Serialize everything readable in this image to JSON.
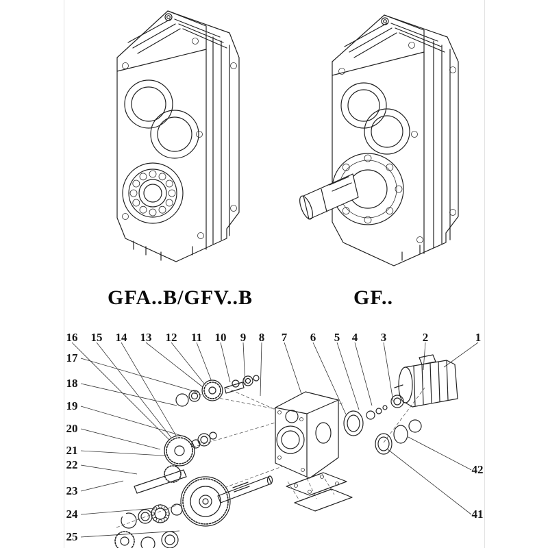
{
  "page": {
    "background": "#ffffff",
    "line_color": "#222222"
  },
  "models": {
    "left_label": "GFA..B/GFV..B",
    "right_label": "GF.."
  },
  "exploded_view": {
    "callouts_top": [
      "16",
      "15",
      "14",
      "13",
      "12",
      "11",
      "10",
      "9",
      "8",
      "7",
      "6",
      "5",
      "4",
      "3",
      "2",
      "1"
    ],
    "callouts_left": [
      "17",
      "18",
      "19",
      "20",
      "21",
      "22",
      "23",
      "24",
      "25"
    ],
    "callouts_right": [
      "42",
      "41"
    ]
  }
}
